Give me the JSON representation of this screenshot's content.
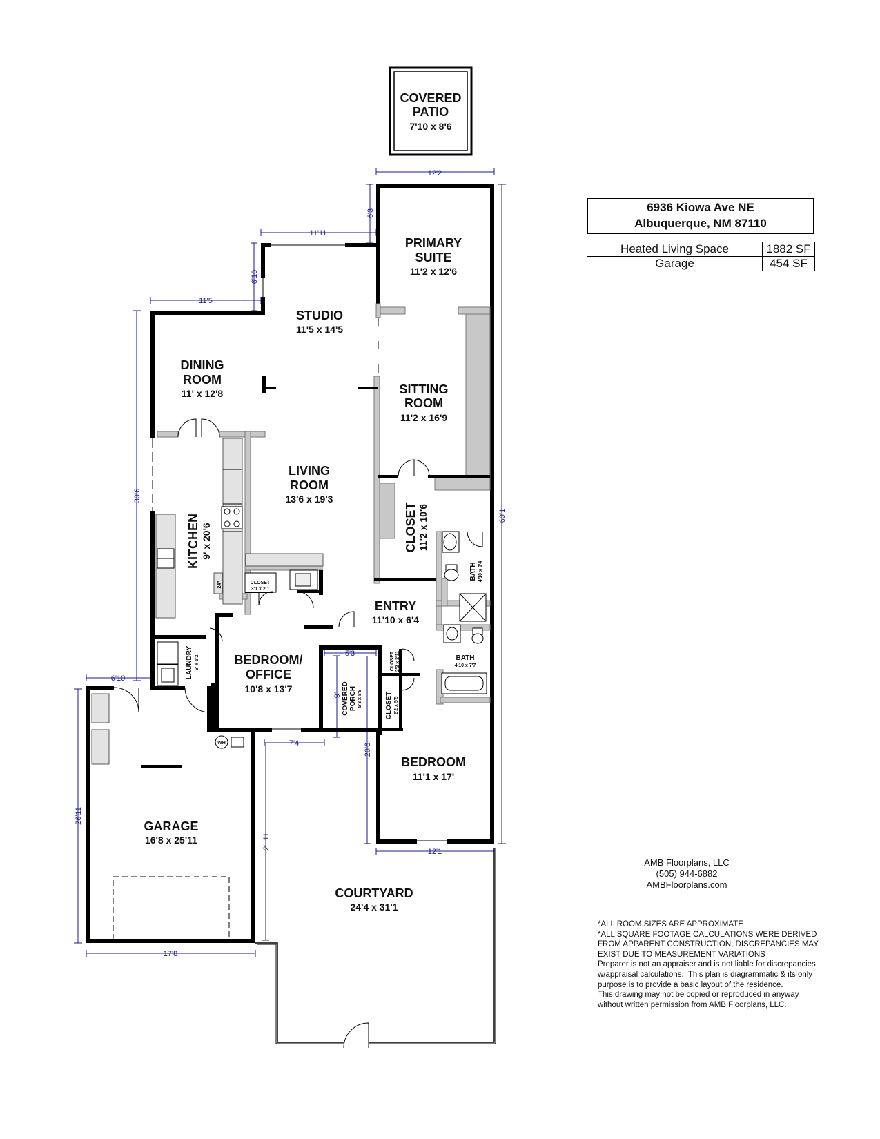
{
  "address": {
    "line1": "6936 Kiowa Ave NE",
    "line2": "Albuquerque, NM 87110"
  },
  "areas": [
    {
      "label": "Heated Living Space",
      "value": "1882 SF"
    },
    {
      "label": "Garage",
      "value": "454 SF"
    }
  ],
  "rooms": {
    "covered_patio": {
      "name1": "COVERED",
      "name2": "PATIO",
      "size": "7'10 x 8'6"
    },
    "primary_suite": {
      "name1": "PRIMARY",
      "name2": "SUITE",
      "size": "11'2 x 12'6"
    },
    "studio": {
      "name": "STUDIO",
      "size": "11'5 x 14'5"
    },
    "dining_room": {
      "name1": "DINING",
      "name2": "ROOM",
      "size": "11' x 12'8"
    },
    "sitting_room": {
      "name1": "SITTING",
      "name2": "ROOM",
      "size": "11'2 x 16'9"
    },
    "living_room": {
      "name1": "LIVING",
      "name2": "ROOM",
      "size": "13'6 x 19'3"
    },
    "kitchen": {
      "name": "KITCHEN",
      "size": "9' x 20'6"
    },
    "closet_main": {
      "name": "CLOSET",
      "size": "11'2 x 10'6"
    },
    "bath1": {
      "name": "BATH",
      "size": "4'10 x 9'4"
    },
    "closet_small": {
      "name": "CLOSET",
      "size": "3'1 x 2'1"
    },
    "entry": {
      "name": "ENTRY",
      "size": "11'10 x 6'4"
    },
    "bedroom_office": {
      "name1": "BEDROOM/",
      "name2": "OFFICE",
      "size": "10'8 x 13'7"
    },
    "laundry": {
      "name": "LAUNDRY",
      "size": "6' x 5'2"
    },
    "covered_porch": {
      "name1": "COVERED",
      "name2": "PORCH",
      "size": "5'3 x 8'8"
    },
    "closet_a": {
      "name": "CLOSET",
      "size": "2'2 x 2'11"
    },
    "bath2": {
      "name": "BATH",
      "size": "4'10 x 7'7"
    },
    "closet_b": {
      "name": "CLOSET",
      "size": "2'2 x 5'5"
    },
    "bedroom": {
      "name": "BEDROOM",
      "size": "11'1 x 17'"
    },
    "garage": {
      "name": "GARAGE",
      "size": "16'8 x 25'11"
    },
    "courtyard": {
      "name": "COURTYARD",
      "size": "24'4 x 31'1"
    }
  },
  "dimensions": {
    "primary_width": "12'2",
    "primary_jog": "6'3",
    "studio_width": "11'11",
    "studio_jog": "6'10",
    "dining_width": "11'5",
    "house_depth": "69'1",
    "west_depth": "39'6",
    "laundry_offset": "6'10",
    "porch_width": "5'3",
    "porch_depth": "9'",
    "office_offset": "7'4",
    "bedroom_depth": "20'6",
    "courtyard_depth": "21'11",
    "garage_depth": "26'11",
    "bedroom_width": "12'1",
    "garage_width": "17'8"
  },
  "labels": {
    "water_heater": "WH",
    "closet_dim_small": "3'1 x 2'1",
    "range_note": "24\""
  },
  "company": {
    "name": "AMB Floorplans, LLC",
    "phone": "(505) 944-6882",
    "website": "AMBFloorplans.com"
  },
  "disclaimer": [
    "*ALL ROOM SIZES ARE APPROXIMATE",
    "*ALL SQUARE FOOTAGE CALCULATIONS WERE DERIVED FROM APPARENT CONSTRUCTION; DISCREPANCIES MAY EXIST DUE TO MEASUREMENT VARIATIONS",
    "Preparer is not an appraiser and is not liable for discrepancies w/appraisal calculations.  This plan is diagrammatic & its only purpose is to provide a basic layout of the residence.",
    "This drawing may not be copied or reproduced in anyway without written permission from AMB Floorplans, LLC."
  ]
}
